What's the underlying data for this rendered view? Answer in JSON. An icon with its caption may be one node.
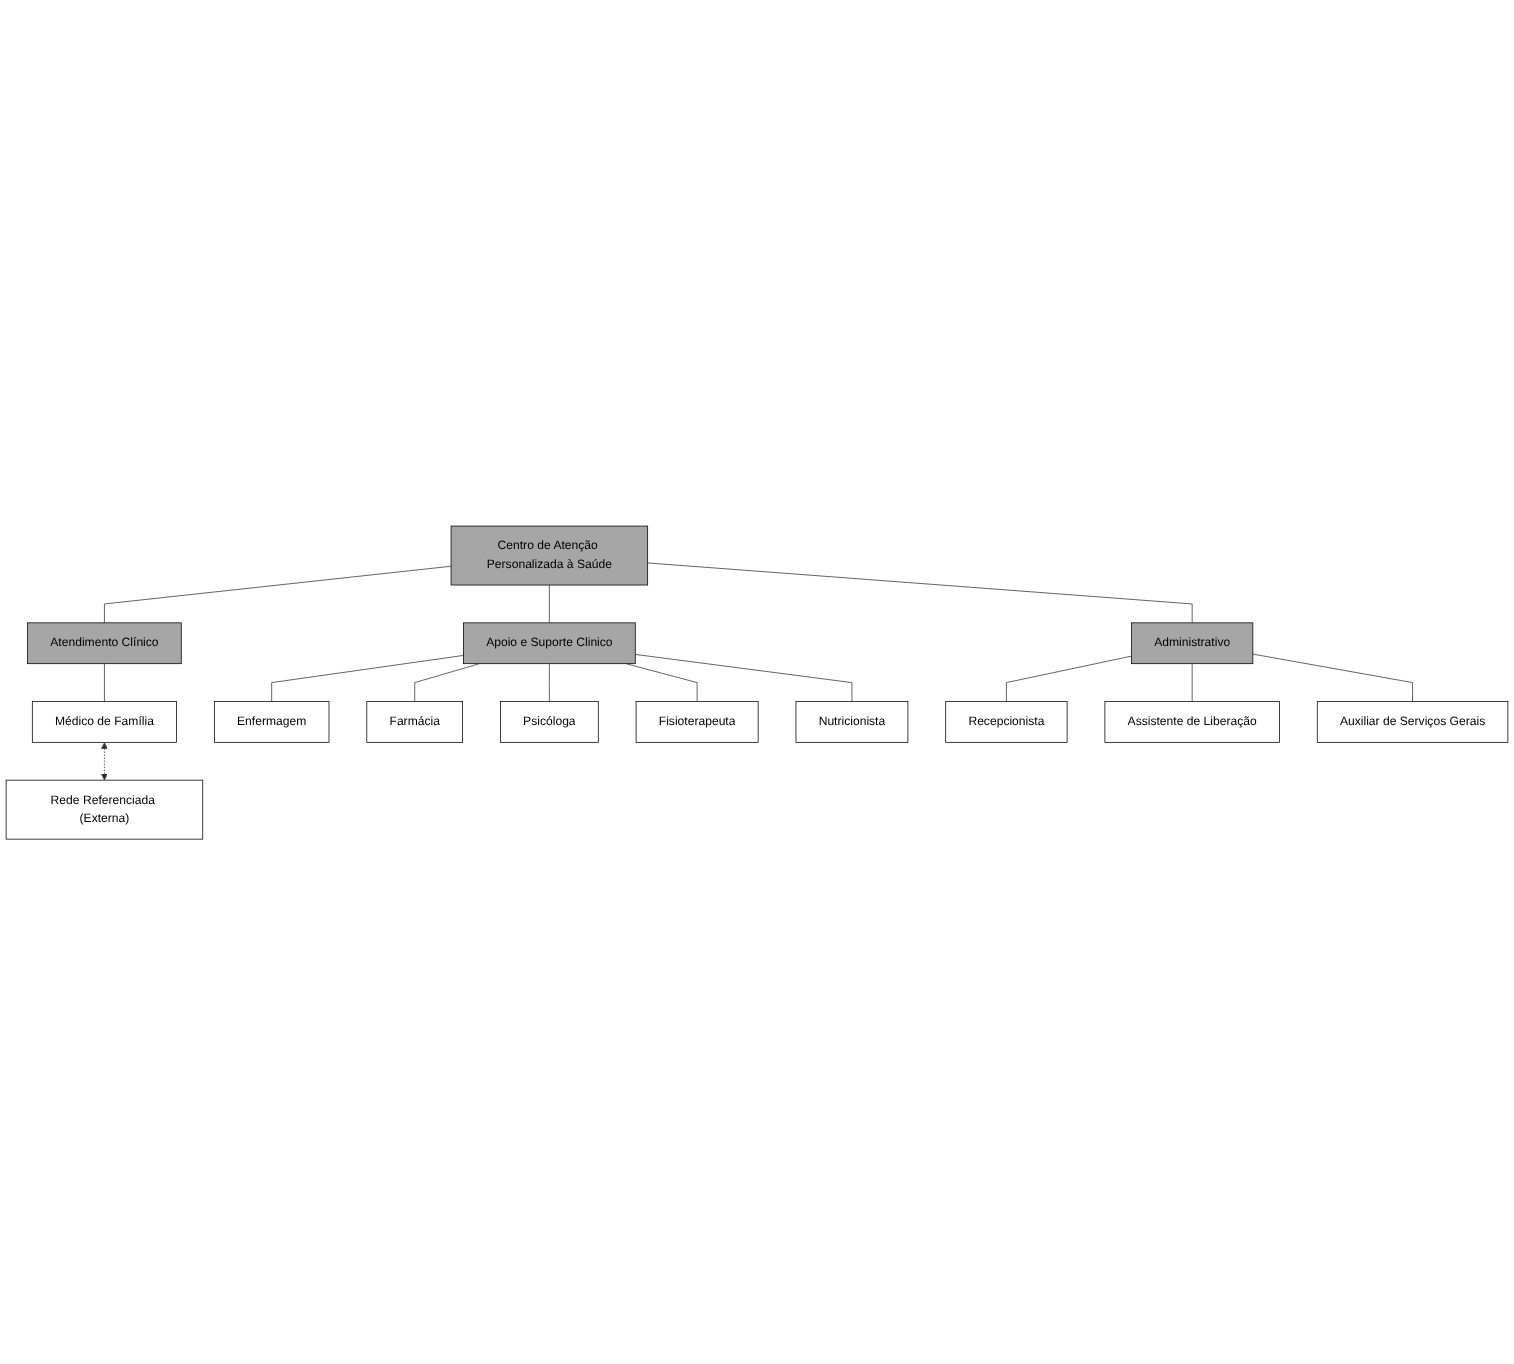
{
  "diagram": {
    "nodes": [
      {
        "text": [
          "Centro de Atenção Personalizada à Saúde"
        ]
      },
      {
        "text": [
          "Atendimento Clínico"
        ]
      },
      {
        "text": [
          "Apoio e Suporte Clinico"
        ]
      },
      {
        "text": [
          "Administrativo"
        ]
      },
      {
        "text": [
          "Médico de Família"
        ]
      },
      {
        "text": [
          "Rede Referenciada (Externa)"
        ]
      },
      {
        "text": [
          "Enfermagem"
        ]
      },
      {
        "text": [
          "Farmácia"
        ]
      },
      {
        "text": [
          "Psicóloga"
        ]
      },
      {
        "text": [
          "Fisioterapeuta"
        ]
      },
      {
        "text": [
          "Nutricionista"
        ]
      },
      {
        "text": [
          "Recepcionista"
        ]
      },
      {
        "text": [
          "Assistente de Liberação"
        ]
      },
      {
        "text": [
          "Auxiliar de Serviços Gerais"
        ]
      }
    ],
    "edges": [
      {
        "from": 0,
        "to": 1,
        "arrow": "none"
      },
      {
        "from": 0,
        "to": 2,
        "arrow": "none"
      },
      {
        "from": 0,
        "to": 3,
        "arrow": "none"
      },
      {
        "from": 1,
        "to": 4,
        "arrow": "none"
      },
      {
        "from": 4,
        "to": 5,
        "arrow": "both",
        "style": "dashed"
      },
      {
        "from": 2,
        "to": 6,
        "arrow": "none"
      },
      {
        "from": 2,
        "to": 7,
        "arrow": "none"
      },
      {
        "from": 2,
        "to": 8,
        "arrow": "none"
      },
      {
        "from": 2,
        "to": 9,
        "arrow": "none"
      },
      {
        "from": 2,
        "to": 10,
        "arrow": "none"
      },
      {
        "from": 3,
        "to": 11,
        "arrow": "none"
      },
      {
        "from": 3,
        "to": 12,
        "arrow": "none"
      },
      {
        "from": 3,
        "to": 13,
        "arrow": "none"
      }
    ]
  }
}
